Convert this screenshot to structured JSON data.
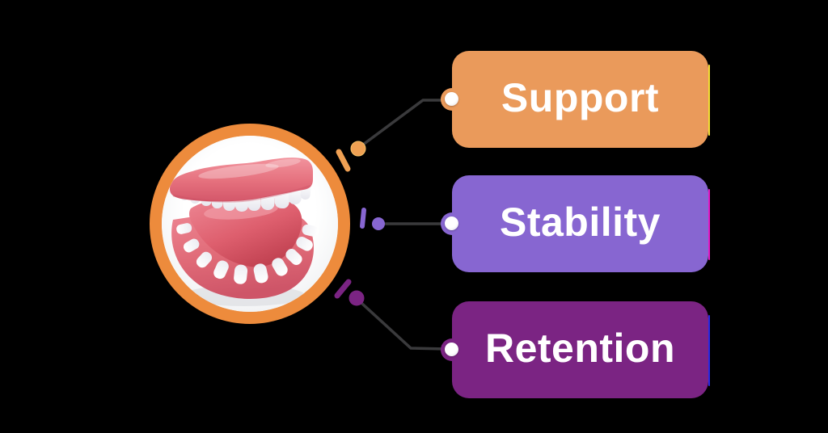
{
  "infographic": {
    "background_color": "#000000",
    "center_graphic": {
      "name": "dentures-3d-illustration",
      "ring_color": "#ED8B3C",
      "inner_color": "#FFFFFF"
    },
    "connector_line_color": "#3A3A3C",
    "anchor_dot_color": "#FFFFFF",
    "labels": [
      {
        "text": "Support",
        "card_color": "#EA9A5B",
        "edge_accent_color": "#F2DE35",
        "dot_color": "#EFA053",
        "tick_color": "#EFA053",
        "text_color": "#FFFFFF"
      },
      {
        "text": "Stability",
        "card_color": "#8766D1",
        "edge_accent_color": "#E818C6",
        "dot_color": "#8766D1",
        "tick_color": "#8766D1",
        "text_color": "#FFFFFF"
      },
      {
        "text": "Retention",
        "card_color": "#7B2483",
        "edge_accent_color": "#2A2AE6",
        "dot_color": "#7B2483",
        "tick_color": "#7B2483",
        "text_color": "#FFFFFF"
      }
    ]
  }
}
